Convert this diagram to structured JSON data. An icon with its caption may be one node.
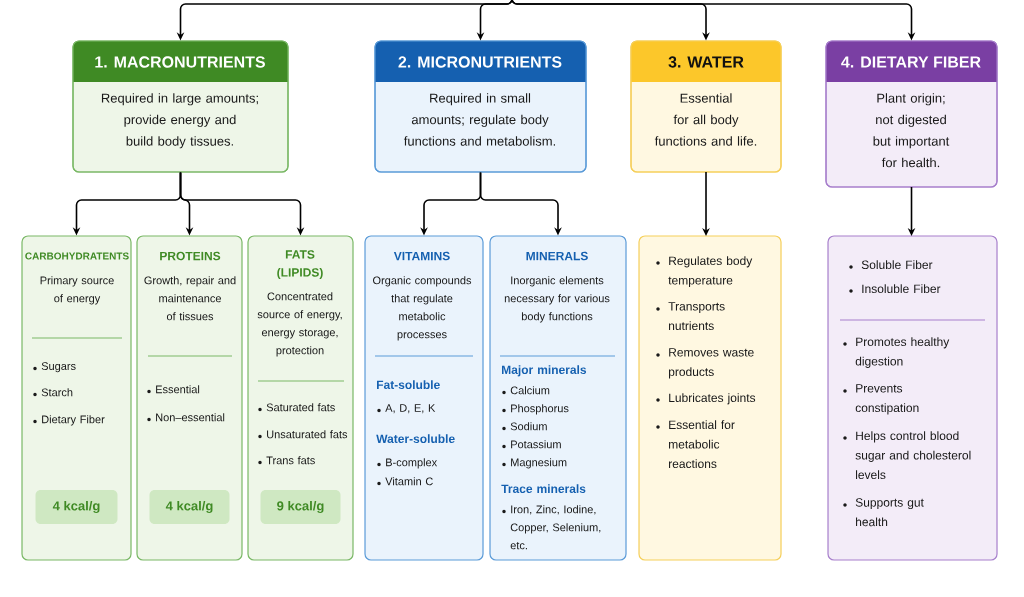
{
  "diagram": {
    "nodes": [
      {
        "text": [
          "1. MACRONUTRIENTS",
          "Required in large amounts; provide energy and build body tissues."
        ]
      },
      {
        "text": [
          "2. MICRONUTRIENTS",
          "Required in small amounts; regulate body functions and metabolism."
        ]
      },
      {
        "text": [
          "3. WATER",
          "Essential for all body functions and life."
        ]
      },
      {
        "text": [
          "4. DIETARY FIBER",
          "Plant origin; not digested but important for health."
        ]
      },
      {
        "text": [
          "CARBOHYDRATENTS",
          "Primary source of energy",
          "Sugars",
          "Starch",
          "Dietary Fiber"
        ]
      },
      {
        "text": [
          "4 kcal/g"
        ],
        "in": 4
      },
      {
        "text": [
          "PROTEINS",
          "Growth, repair and maintenance of tissues",
          "Essential",
          "Non–essential"
        ]
      },
      {
        "text": [
          "4 kcal/g"
        ],
        "in": 6
      },
      {
        "text": [
          "FATS (LIPIDS)",
          "Concentrated source of energy, energy storage, protection",
          "Saturated fats",
          "Unsaturated fats",
          "Trans fats"
        ]
      },
      {
        "text": [
          "9 kcal/g"
        ],
        "in": 8
      },
      {
        "text": [
          "VITAMINS",
          "Organic compounds that regulate metabolic processes",
          "Fat-soluble",
          "A, D, E, K",
          "Water-soluble",
          "B-complex",
          "Vitamin C"
        ]
      },
      {
        "text": [
          "MINERALS",
          "Inorganic elements necessary for various body functions",
          "Major minerals",
          "Calcium",
          "Phosphorus",
          "Sodium",
          "Potassium",
          "Magnesium",
          "Trace minerals",
          "Iron, Zinc, Iodine, Copper, Selenium, etc."
        ]
      },
      {
        "text": [
          "Regulates body temperature",
          "Transports nutrients",
          "Removes waste products",
          "Lubricates joints",
          "Essential for metabolic reactions"
        ]
      },
      {
        "text": [
          "Soluble Fiber",
          "Insoluble Fiber",
          "Promotes healthy digestion",
          "Prevents constipation",
          "Helps control blood sugar and cholesterol levels",
          "Supports gut health"
        ]
      }
    ],
    "edges": [
      {
        "from": null,
        "to": 0,
        "arrow": "to"
      },
      {
        "from": null,
        "to": 1,
        "arrow": "to"
      },
      {
        "from": null,
        "to": 2,
        "arrow": "to"
      },
      {
        "from": null,
        "to": 3,
        "arrow": "to"
      },
      {
        "from": 0,
        "to": 4,
        "arrow": "to"
      },
      {
        "from": 0,
        "to": 6,
        "arrow": "to"
      },
      {
        "from": 0,
        "to": 8,
        "arrow": "to"
      },
      {
        "from": 1,
        "to": 10,
        "arrow": "to"
      },
      {
        "from": 1,
        "to": 11,
        "arrow": "to"
      },
      {
        "from": 2,
        "to": 12,
        "arrow": "to"
      },
      {
        "from": 3,
        "to": 13,
        "arrow": "to"
      }
    ]
  }
}
